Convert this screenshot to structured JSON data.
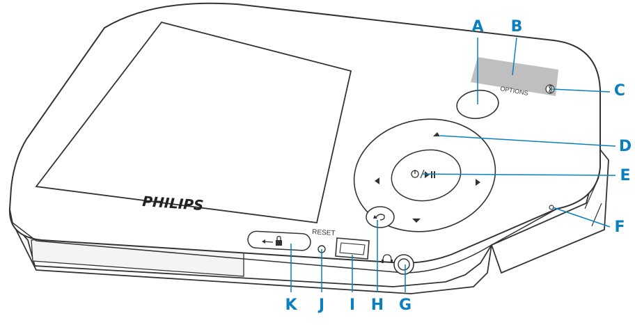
{
  "device": {
    "brand_logo": "PHILIPS",
    "options_label": "OPTIONS",
    "reset_label": "RESET"
  },
  "callouts": [
    {
      "letter": "A",
      "part": "options-button"
    },
    {
      "letter": "B",
      "part": "label-area"
    },
    {
      "letter": "C",
      "part": "bluetooth-indicator"
    },
    {
      "letter": "D",
      "part": "navigation-ring"
    },
    {
      "letter": "E",
      "part": "power-play-pause-button"
    },
    {
      "letter": "F",
      "part": "microphone"
    },
    {
      "letter": "G",
      "part": "headphone-jack"
    },
    {
      "letter": "H",
      "part": "back-button"
    },
    {
      "letter": "I",
      "part": "usb-connector"
    },
    {
      "letter": "J",
      "part": "reset-hole"
    },
    {
      "letter": "K",
      "part": "lock-slider"
    }
  ],
  "colors": {
    "accent": "#0a7fc2",
    "outline": "#333333",
    "label_panel": "#bfbfbf",
    "body": "#ffffff"
  }
}
